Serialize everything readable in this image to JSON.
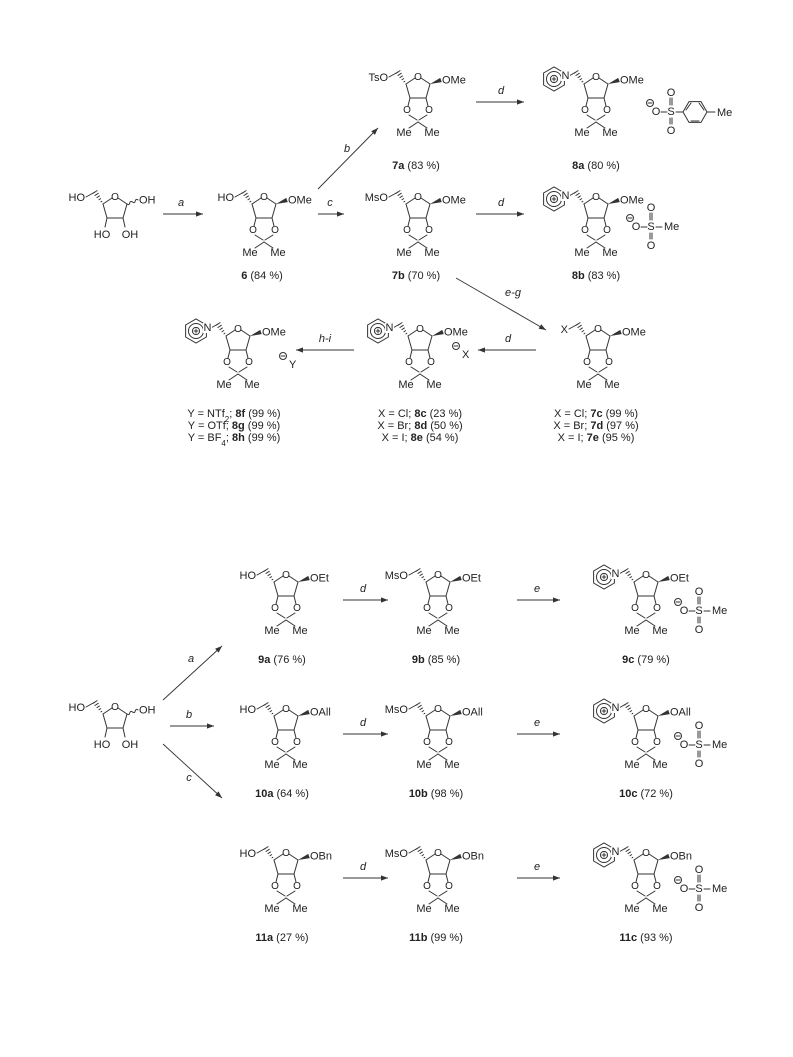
{
  "scheme1": {
    "start": {
      "subs": [
        "HO",
        "HO",
        "OH",
        "OH"
      ]
    },
    "reagents": {
      "a": "a",
      "b": "b",
      "c": "c",
      "d": "d",
      "eg": "e-g",
      "hi": "h-i"
    },
    "c6": {
      "groups": [
        "HO",
        "OMe",
        "O",
        "O",
        "Me",
        "Me"
      ],
      "num": "6",
      "yield": "(84 %)"
    },
    "c7a": {
      "groups": [
        "TsO",
        "OMe",
        "O",
        "O",
        "Me",
        "Me"
      ],
      "num": "7a",
      "yield": "(83 %)"
    },
    "c7b": {
      "groups": [
        "MsO",
        "OMe",
        "O",
        "O",
        "Me",
        "Me"
      ],
      "num": "7b",
      "yield": "(70 %)"
    },
    "c8a": {
      "groups": [
        "N",
        "OMe",
        "O",
        "O",
        "Me",
        "Me"
      ],
      "anion": [
        "O",
        "S",
        "O",
        "O",
        "Me"
      ],
      "num": "8a",
      "yield": "(80 %)"
    },
    "c8b": {
      "groups": [
        "N",
        "OMe",
        "O",
        "O",
        "Me",
        "Me"
      ],
      "anion": [
        "O",
        "S",
        "Me",
        "O",
        "O"
      ],
      "num": "8b",
      "yield": "(83 %)"
    },
    "c7ce": {
      "groups": [
        "X",
        "OMe",
        "O",
        "O",
        "Me",
        "Me"
      ],
      "lines": [
        {
          "pre": "X = Cl; ",
          "num": "7c",
          "post": " (99 %)"
        },
        {
          "pre": "X = Br; ",
          "num": "7d",
          "post": " (97 %)"
        },
        {
          "pre": "X = I; ",
          "num": "7e",
          "post": " (95 %)"
        }
      ]
    },
    "c8ce": {
      "groups": [
        "N",
        "OMe",
        "O",
        "O",
        "Me",
        "Me"
      ],
      "anion": "X",
      "lines": [
        {
          "pre": "X = Cl; ",
          "num": "8c",
          "post": " (23 %)"
        },
        {
          "pre": "X = Br; ",
          "num": "8d",
          "post": " (50 %)"
        },
        {
          "pre": "X = I; ",
          "num": "8e",
          "post": " (54 %)"
        }
      ]
    },
    "c8fh": {
      "groups": [
        "N",
        "OMe",
        "O",
        "O",
        "Me",
        "Me"
      ],
      "anion": "Y",
      "lines": [
        {
          "pre": "Y = NTf",
          "sub": "2",
          "mid": "; ",
          "num": "8f",
          "post": " (99 %)"
        },
        {
          "pre": "Y = OTf; ",
          "sub": "",
          "mid": "",
          "num": "8g",
          "post": " (99 %)"
        },
        {
          "pre": "Y = BF",
          "sub": "4",
          "mid": "; ",
          "num": "8h",
          "post": " (99 %)"
        }
      ]
    }
  },
  "scheme2": {
    "start": {
      "subs": [
        "HO",
        "HO",
        "OH",
        "OH"
      ]
    },
    "reagents": {
      "a": "a",
      "b": "b",
      "c": "c",
      "d": "d",
      "e": "e"
    },
    "c9a": {
      "groups": [
        "HO",
        "OEt",
        "O",
        "O",
        "Me",
        "Me"
      ],
      "num": "9a",
      "yield": "(76 %)"
    },
    "c9b": {
      "groups": [
        "MsO",
        "OEt",
        "O",
        "O",
        "Me",
        "Me"
      ],
      "num": "9b",
      "yield": "(85 %)"
    },
    "c9c": {
      "groups": [
        "N",
        "OEt",
        "O",
        "O",
        "Me",
        "Me"
      ],
      "anion": [
        "O",
        "S",
        "Me",
        "O",
        "O"
      ],
      "num": "9c",
      "yield": "(79 %)"
    },
    "c10a": {
      "groups": [
        "HO",
        "OAll",
        "O",
        "O",
        "Me",
        "Me"
      ],
      "num": "10a",
      "yield": "(64 %)"
    },
    "c10b": {
      "groups": [
        "MsO",
        "OAll",
        "O",
        "O",
        "Me",
        "Me"
      ],
      "num": "10b",
      "yield": "(98 %)"
    },
    "c10c": {
      "groups": [
        "N",
        "OAll",
        "O",
        "O",
        "Me",
        "Me"
      ],
      "anion": [
        "O",
        "S",
        "Me",
        "O",
        "O"
      ],
      "num": "10c",
      "yield": "(72 %)"
    },
    "c11a": {
      "groups": [
        "HO",
        "OBn",
        "O",
        "O",
        "Me",
        "Me"
      ],
      "num": "11a",
      "yield": "(27 %)"
    },
    "c11b": {
      "groups": [
        "MsO",
        "OBn",
        "O",
        "O",
        "Me",
        "Me"
      ],
      "num": "11b",
      "yield": "(99 %)"
    },
    "c11c": {
      "groups": [
        "N",
        "OBn",
        "O",
        "O",
        "Me",
        "Me"
      ],
      "anion": [
        "O",
        "S",
        "Me",
        "O",
        "O"
      ],
      "num": "11c",
      "yield": "(93 %)"
    }
  },
  "colors": {
    "ink": "#222222",
    "bond": "#333333"
  }
}
